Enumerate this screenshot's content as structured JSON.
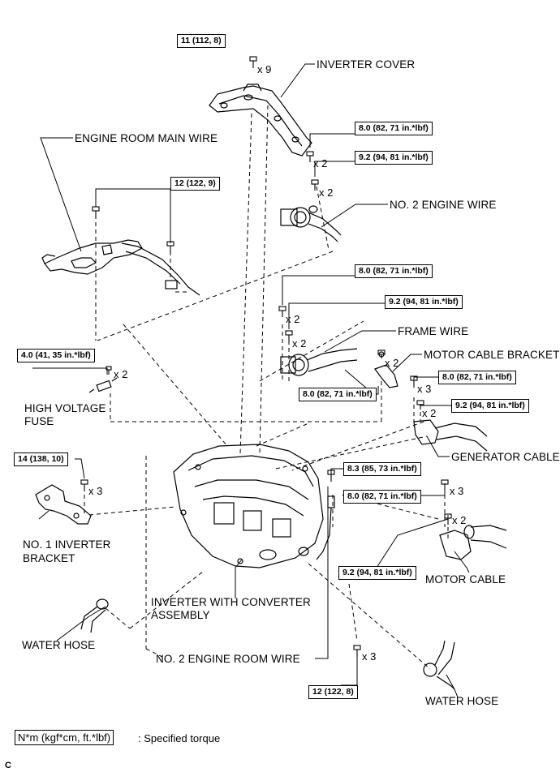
{
  "labels": {
    "inverter_cover": "INVERTER COVER",
    "engine_room_main_wire": "ENGINE ROOM MAIN WIRE",
    "no2_engine_wire": "NO. 2 ENGINE WIRE",
    "frame_wire": "FRAME WIRE",
    "motor_cable_bracket": "MOTOR CABLE BRACKET",
    "high_voltage_fuse_1": "HIGH VOLTAGE",
    "high_voltage_fuse_2": "FUSE",
    "generator_cable": "GENERATOR CABLE",
    "no1_inverter_bracket_1": "NO. 1 INVERTER",
    "no1_inverter_bracket_2": "BRACKET",
    "motor_cable": "MOTOR CABLE",
    "inverter_assembly_1": "INVERTER WITH CONVERTER",
    "inverter_assembly_2": "ASSEMBLY",
    "water_hose_left": "WATER HOSE",
    "no2_engine_room_wire": "NO. 2 ENGINE ROOM WIRE",
    "water_hose_right": "WATER HOSE"
  },
  "torques": {
    "t1": "11 (112, 8)",
    "t2": "8.0 (82, 71 in.*lbf)",
    "t3": "9.2 (94, 81 in.*lbf)",
    "t4": "12 (122, 9)",
    "t5": "8.0 (82, 71 in.*lbf)",
    "t6": "9.2 (94, 81 in.*lbf)",
    "t7": "4.0 (41, 35 in.*lbf)",
    "t8": "8.0 (82, 71 in.*lbf)",
    "t9": "8.0 (82, 71 in.*lbf)",
    "t10": "9.2 (94, 81 in.*lbf)",
    "t11": "14 (138, 10)",
    "t12": "8.3 (85, 73 in.*lbf)",
    "t13": "8.0 (82, 71 in.*lbf)",
    "t14": "9.2 (94, 81 in.*lbf)",
    "t15": "12 (122, 8)"
  },
  "counts": {
    "c1": "x 9",
    "c2": "x 2",
    "c3": "x 2",
    "c4": "x 2",
    "c5": "x 2",
    "c6": "x 2",
    "c7": "x 2",
    "c8": "x 3",
    "c9": "x 2",
    "c10": "x 3",
    "c11": "x 3",
    "c12": "x 2",
    "c13": "x 3"
  },
  "legend": {
    "unit": "N*m (kgf*cm, ft.*lbf)",
    "text": ": Specified torque"
  },
  "figure_code": "C"
}
